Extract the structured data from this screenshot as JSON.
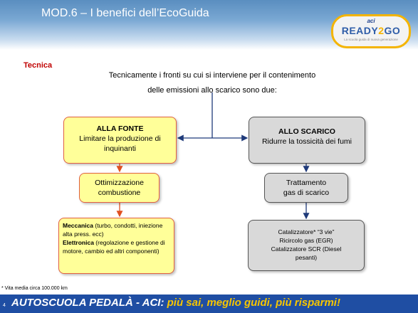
{
  "header": {
    "title": "MOD.6 – I benefici dell’EcoGuida"
  },
  "logo": {
    "aci": "aci",
    "brand_a": "READY",
    "brand_b": "2",
    "brand_c": "GO",
    "tagline": "La scuola guida di nuova generazione"
  },
  "section_label": "Tecnica",
  "intro": {
    "line1": "Tecnicamente i fronti su cui si interviene per il contenimento",
    "line2": "delle emissioni allo scarico sono due:"
  },
  "boxes": {
    "fonte": {
      "title": "ALLA FONTE",
      "line1": "Limitare la produzione di",
      "line2": "inquinanti"
    },
    "scarico": {
      "title": "ALLO SCARICO",
      "line1": "Ridurre la tossicità dei fumi"
    },
    "ottimizzazione": {
      "line1": "Ottimizzazione",
      "line2": "combustione"
    },
    "trattamento": {
      "line1": "Trattamento",
      "line2": "gas di scarico"
    },
    "meccanica": {
      "label1": "Meccanica",
      "text1": " (turbo, condotti, iniezione alta press. ecc)",
      "label2": "Elettronica",
      "text2": " (regolazione e gestione di motore, cambio ed altri componenti)"
    },
    "catalizzatori": {
      "line1": "Catalizzatore* “3 vie”",
      "line2": "Ricircolo gas (EGR)",
      "line3": "Catalizzatore SCR (Diesel",
      "line4": "pesanti)"
    }
  },
  "footnote": "* Vita media circa 100.000 km",
  "footer": {
    "page": "4",
    "main": "AUTOSCUOLA PEDALÀ - ACI: ",
    "slogan": "più sai, meglio guidi, più risparmi!"
  },
  "colors": {
    "header": "#5a8ec0",
    "footer": "#1f4ea3",
    "accent": "#c00000",
    "yellow_box": "#ffff99",
    "grey_box": "#d9d9d9",
    "arrow_red": "#e05020",
    "arrow_blue": "#1f3a7a"
  }
}
